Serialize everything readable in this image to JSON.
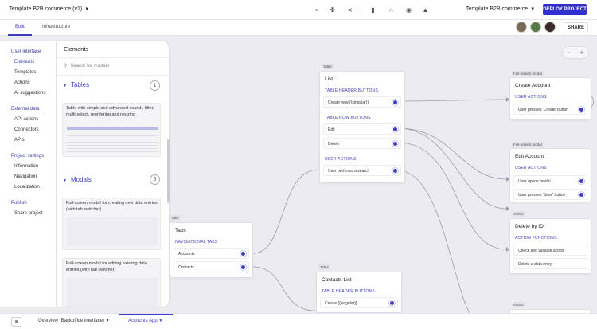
{
  "header": {
    "project": "Template B2B commerce (v1)",
    "template": "Template B2B commerce",
    "deploy": "DEPLOY PROJECT",
    "share": "SHARE"
  },
  "subtabs": [
    "Build",
    "Infrastructure"
  ],
  "nav": {
    "ui_title": "User interface",
    "ui": [
      "Elements",
      "Templates",
      "Actions",
      "AI suggestions"
    ],
    "ext_title": "External data",
    "ext": [
      "API actions",
      "Connectors",
      "APIs"
    ],
    "proj_title": "Project settings",
    "proj": [
      "Information",
      "Navigation",
      "Localization"
    ],
    "pub_title": "Publish",
    "pub": [
      "Share project"
    ]
  },
  "elements": {
    "title": "Elements",
    "search_placeholder": "Search for modals",
    "tables": {
      "label": "Tables",
      "count": "1",
      "card": "Table with simple and advanced search, filter, multi-select, reordering and resizing"
    },
    "modals": {
      "label": "Modals",
      "count": "5",
      "card1": "Full-screen modal for creating new data entries (with tab switcher)",
      "card2": "Full-screen modal for editing existing data entries (with tab switcher)"
    }
  },
  "nodes": {
    "tabs": {
      "tag": "Tabs",
      "title": "Tabs",
      "sec": "NAVIGATIONAL TABS",
      "rows": [
        "Accounts",
        "Contacts"
      ]
    },
    "list": {
      "tag": "Table",
      "title": "List",
      "sec1": "TABLE HEADER BUTTONS",
      "r1": "Create new {{singular}}",
      "sec2": "TABLE ROW BUTTONS",
      "r2": "Edit",
      "r3": "Delete",
      "sec3": "USER ACTIONS",
      "r4": "User performs a search"
    },
    "contacts": {
      "tag": "Table",
      "title": "Contacts List",
      "sec": "TABLE HEADER BUTTONS",
      "r1": "Create {{singular}}"
    },
    "create": {
      "tag": "Full-screen modal",
      "title": "Create Account",
      "sec": "USER ACTIONS",
      "r1": "User presses 'Create' button"
    },
    "edit": {
      "tag": "Full-screen modal",
      "title": "Edit Account",
      "sec": "USER ACTIONS",
      "r1": "User opens modal",
      "r2": "User presses 'Save' button"
    },
    "delete": {
      "tag": "Action",
      "title": "Delete by ID",
      "sec": "ACTION FUNCTIONS",
      "r1": "Check and validate action",
      "r2": "Delete a data entry"
    },
    "action2": {
      "tag": "Action"
    }
  },
  "bottom": {
    "tab1": "Overview (Backoffice interface)",
    "tab2": "Accounts App"
  },
  "icons": [
    "briefcase-icon",
    "puzzle-icon",
    "share-graph-icon",
    "document-icon",
    "headset-icon",
    "record-icon",
    "bell-icon",
    "hamburger-icon",
    "chevron-down-icon",
    "search-icon",
    "minus-icon",
    "plus-icon"
  ]
}
